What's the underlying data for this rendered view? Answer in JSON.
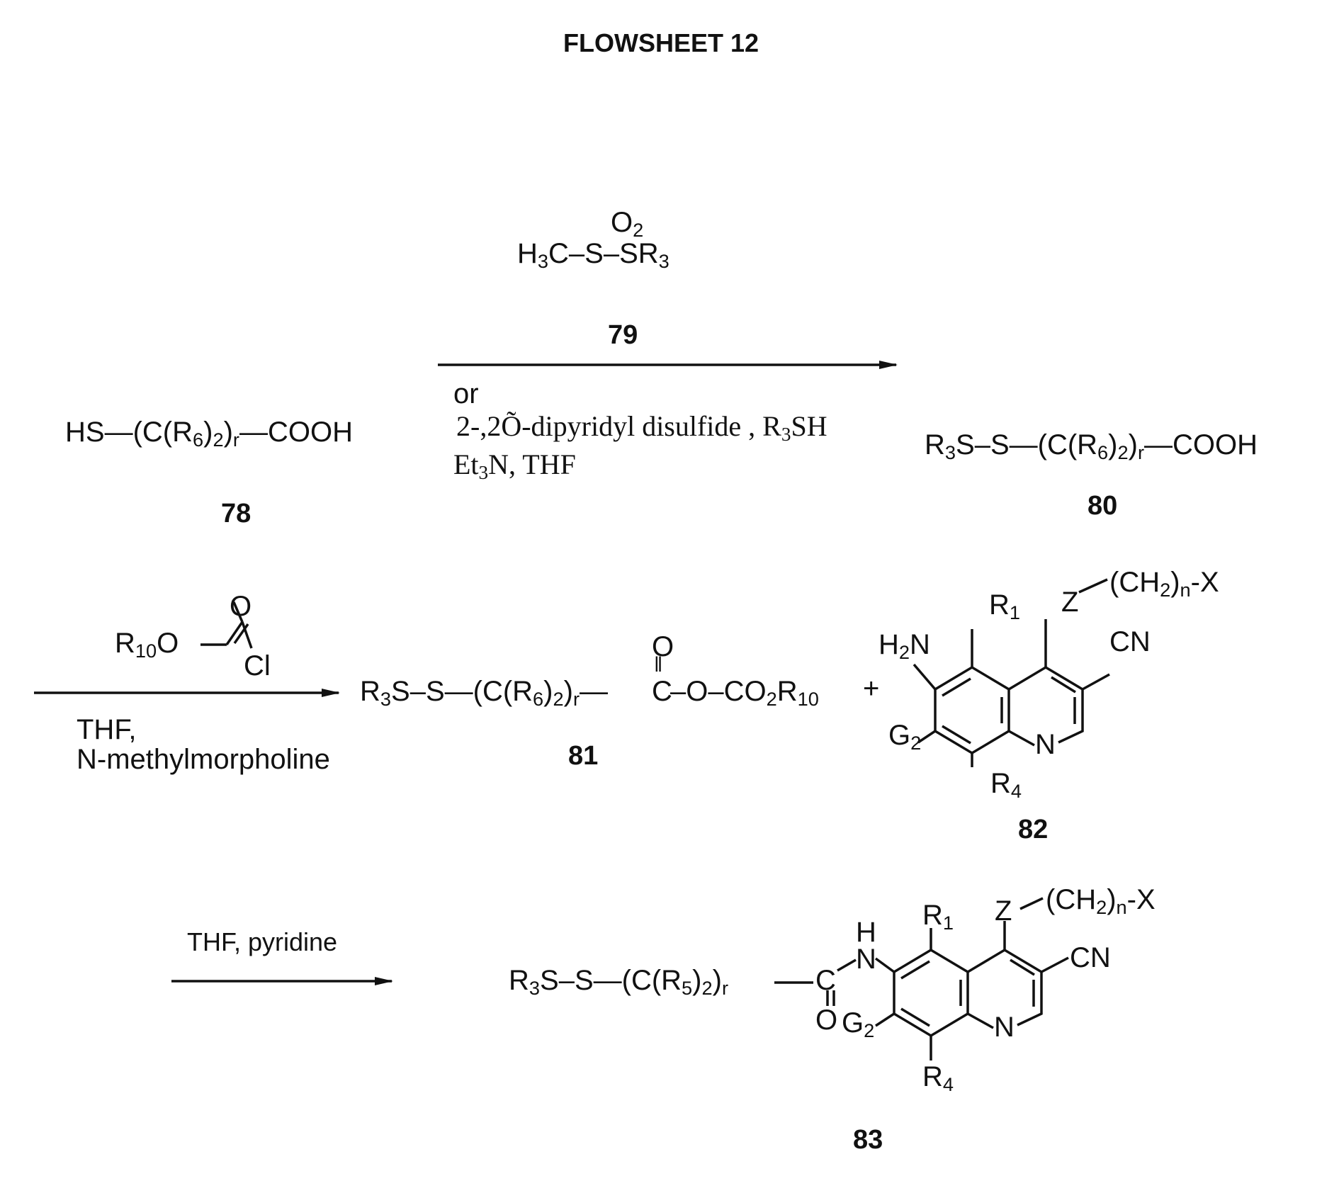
{
  "title": "FLOWSHEET 12",
  "reagent79": {
    "line1": [
      "O",
      "2"
    ],
    "line2": [
      "H",
      "3",
      "C–S–SR",
      "3"
    ],
    "number": "79"
  },
  "step1": {
    "or": "or",
    "line_a": [
      "2-,2Õ-dipyridyl disulfide , R",
      "3",
      "SH"
    ],
    "line_b": [
      "Et",
      "3",
      "N, THF"
    ]
  },
  "compound78": {
    "formula": [
      "HS—(C(R",
      "6",
      ")",
      "2",
      ")",
      "r",
      "—COOH"
    ],
    "number": "78"
  },
  "compound80": {
    "formula": [
      "R",
      "3",
      "S–S—(C(R",
      "6",
      ")",
      "2",
      ")",
      "r",
      "—COOH"
    ],
    "number": "80"
  },
  "step2": {
    "reagent": {
      "R10O": [
        "R",
        "10",
        "O"
      ],
      "O": "O",
      "Cl": "Cl"
    },
    "line_a": "THF,",
    "line_b": "N-methylmorpholine"
  },
  "compound81": {
    "left": [
      "R",
      "3",
      "S–S—(C(R",
      "6",
      ")",
      "2",
      ")",
      "r",
      "—"
    ],
    "carbonyl_O": "O",
    "carbonyl_C": "C",
    "right": [
      "–O–CO",
      "2",
      "R",
      "10"
    ],
    "number": "81"
  },
  "plus": "+",
  "compound82": {
    "side_chain": [
      "(CH",
      "2",
      ")",
      "n",
      "-X"
    ],
    "Z": "Z",
    "R1": [
      "R",
      "1"
    ],
    "H2N": [
      "H",
      "2",
      "N"
    ],
    "CN": "CN",
    "G2": [
      "G",
      "2"
    ],
    "N": "N",
    "R4": [
      "R",
      "4"
    ],
    "number": "82"
  },
  "step3": {
    "label": "THF, pyridine"
  },
  "compound83": {
    "left": [
      "R",
      "3",
      "S–S—(C(R",
      "5",
      ")",
      "2",
      ")",
      "r"
    ],
    "C": "C",
    "O": "O",
    "H": "H",
    "NH": "N",
    "side_chain": [
      "(CH",
      "2",
      ")",
      "n",
      "-X"
    ],
    "Z": "Z",
    "R1": [
      "R",
      "1"
    ],
    "CN": "CN",
    "G2": [
      "G",
      "2"
    ],
    "N": "N",
    "R4": [
      "R",
      "4"
    ],
    "number": "83"
  }
}
